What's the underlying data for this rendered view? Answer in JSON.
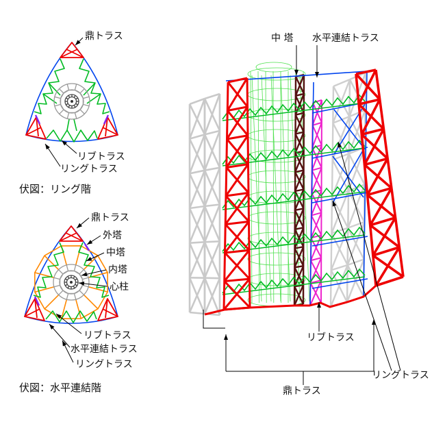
{
  "page": {
    "background": "#ffffff"
  },
  "colors": {
    "red": "#ee0000",
    "green": "#00bb22",
    "blue": "#0044ee",
    "orange": "#ff8800",
    "magenta": "#ee22cc",
    "dark_red": "#551111",
    "wire_green": "#3bdd3b",
    "gray_light": "#c9c9c9",
    "purple": "#8822ee"
  },
  "plan_ring": {
    "caption": "伏図：リング階",
    "labels": {
      "kanae": "鼎トラス",
      "rib": "リブトラス",
      "ring": "リングトラス"
    }
  },
  "plan_horizontal": {
    "caption": "伏図：水平連結階",
    "labels": {
      "kanae": "鼎トラス",
      "outer_tower": "外塔",
      "middle_tower": "中塔",
      "inner_tower": "内塔",
      "center_column": "心柱",
      "rib": "リブトラス",
      "horizontal": "水平連結トラス",
      "ring": "リングトラス"
    }
  },
  "elevation": {
    "labels": {
      "middle_tower": "中 塔",
      "horizontal": "水平連結トラス",
      "rib": "リブトラス",
      "kanae": "鼎トラス",
      "ring": "リングトラス"
    }
  }
}
